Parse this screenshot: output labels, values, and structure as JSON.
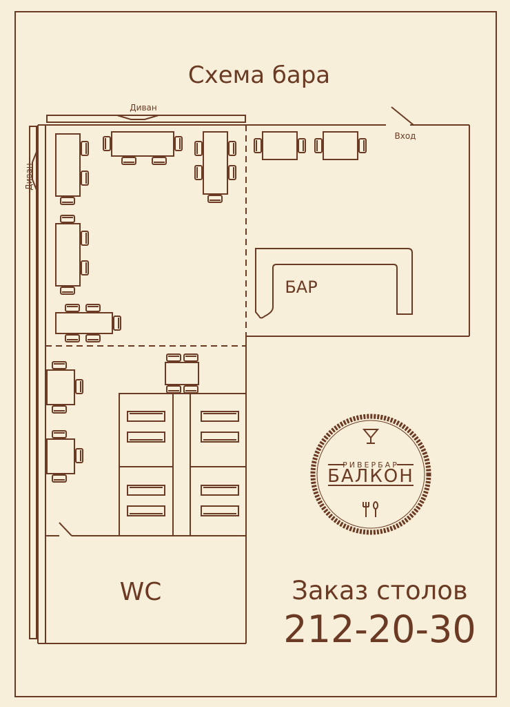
{
  "title": "Схема бара",
  "sofa_top_label": "Диван",
  "sofa_left_label": "Диван",
  "entrance_label": "Вход",
  "bar_label": "БАР",
  "wc_label": "WC",
  "logo": {
    "top_text": "РИВЕРБАР",
    "main_text": "БАЛКОН"
  },
  "order_label": "Заказ столов",
  "phone": "212-20-30",
  "colors": {
    "ink": "#6b3a24",
    "background": "#f7efd9"
  }
}
